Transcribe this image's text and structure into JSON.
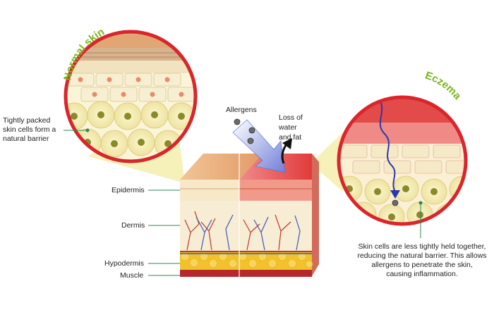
{
  "titles": {
    "normal_skin": "Normal skin",
    "eczema": "Eczema"
  },
  "labels": {
    "allergens": "Allergens",
    "loss": [
      "Loss of",
      "water",
      "and fat"
    ],
    "left_note": [
      "Tightly packed",
      "skin cells form a",
      "natural barrier"
    ],
    "right_note": [
      "Skin cells are less tightly held together,",
      "reducing the natural barrier. This allows",
      "allergens to penetrate the skin,",
      "causing inflammation."
    ],
    "layers": {
      "epidermis": "Epidermis",
      "dermis": "Dermis",
      "hypodermis": "Hypodermis",
      "muscle": "Muscle"
    }
  },
  "colors": {
    "accent_green": "#7ab51d",
    "circle_border": "#d9252b",
    "leader_yellow": "#f4efb0",
    "cell_fill": "#f8f2b8",
    "cell_nucleus": "#8b8a2a",
    "pointer_line": "#2a8a5a",
    "allergen_path": "#2a3aa8",
    "muscle": "#b5282c",
    "fat": "#f2c22c"
  },
  "icons": [
    "allergen-particle-icon",
    "water-loss-arrow-icon",
    "allergen-arrow-icon"
  ]
}
